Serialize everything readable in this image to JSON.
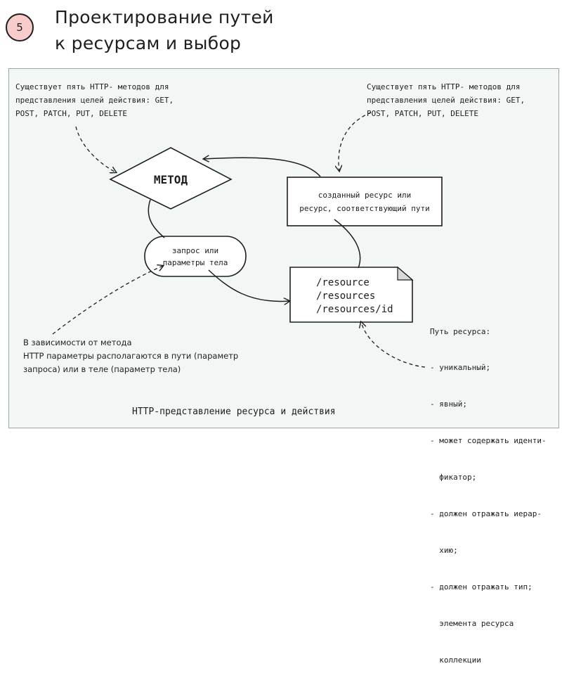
{
  "badge": "5",
  "title": {
    "line1": "Проектирование путей",
    "line2": "к ресурсам и выбор"
  },
  "notes": {
    "top_left": [
      "Существует пять HTTP- методов для",
      "представления целей действия: GET,",
      "POST, PATCH, PUT, DELETE"
    ],
    "top_right": [
      "Существует пять HTTP- методов для",
      "представления целей действия: GET,",
      "POST, PATCH, PUT, DELETE"
    ],
    "bottom_left": [
      "В зависимости от метода",
      "HTTP параметры располагаются в пути (параметр",
      "запроса) или в теле (параметр тела)"
    ],
    "path_rules": [
      "Путь ресурса:",
      "- уникальный;",
      "- явный;",
      "- может содержать иденти-",
      "  фикатор;",
      "- должен отражать иерар-",
      "  хию;",
      "- должен отражать тип;",
      "  элемента ресурса",
      "  коллекции"
    ]
  },
  "nodes": {
    "method": "МЕТОД",
    "params": [
      "запрос или",
      "параметры тела"
    ],
    "created": [
      "созданный ресурс или",
      "ресурс, соответствующий пути"
    ],
    "resource_paths": [
      "/resource",
      "/resources",
      "/resources/id"
    ]
  },
  "caption": "HTTP-представление ресурса и действия",
  "colors": {
    "frame_bg": "#f2f7f6",
    "badge_fill": "#f9cccc",
    "stroke": "#1e1e1e"
  }
}
